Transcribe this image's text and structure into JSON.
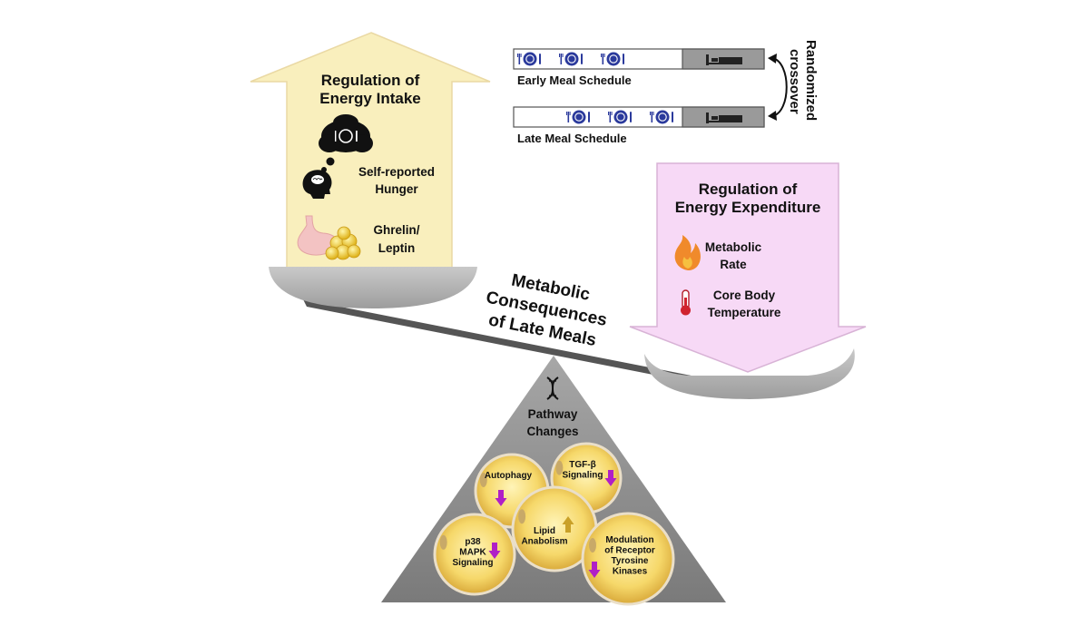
{
  "intake": {
    "title_line1": "Regulation of",
    "title_line2": "Energy Intake",
    "hunger_line1": "Self-reported",
    "hunger_line2": "Hunger",
    "hormone_line1": "Ghrelin/",
    "hormone_line2": "Leptin",
    "color": "#f9efbd"
  },
  "schedules": {
    "early_label": "Early Meal Schedule",
    "late_label": "Late Meal Schedule",
    "crossover_line1": "Randomized",
    "crossover_line2": "crossover"
  },
  "expenditure": {
    "title_line1": "Regulation of",
    "title_line2": "Energy Expenditure",
    "metabolic_line1": "Metabolic",
    "metabolic_line2": "Rate",
    "temp_line1": "Core Body",
    "temp_line2": "Temperature",
    "color": "#f7d9f6"
  },
  "center_title": {
    "line1": "Metabolic",
    "line2": "Consequences",
    "line3": "of Late Meals"
  },
  "pathway": {
    "title_line1": "Pathway",
    "title_line2": "Changes",
    "cells": [
      {
        "lines": [
          "Autophagy"
        ],
        "direction": "down"
      },
      {
        "lines": [
          "TGF-β",
          "Signaling"
        ],
        "direction": "down"
      },
      {
        "lines": [
          "Lipid",
          "Anabolism"
        ],
        "direction": "up"
      },
      {
        "lines": [
          "p38",
          "MAPK",
          "Signaling"
        ],
        "direction": "down"
      },
      {
        "lines": [
          "Modulation",
          "of Receptor",
          "Tyrosine",
          "Kinases"
        ],
        "direction": "down"
      }
    ],
    "down_color": "#b01fc7",
    "up_color": "#c9a028"
  },
  "icons": {
    "meal": "plate-fork-knife-icon",
    "sleep": "bed-icon",
    "thought": "thought-bubble-icon",
    "head": "head-brain-icon",
    "stomach": "stomach-icon",
    "fat": "fat-cells-icon",
    "flame": "flame-icon",
    "thermometer": "thermometer-icon",
    "dna": "dna-icon"
  }
}
